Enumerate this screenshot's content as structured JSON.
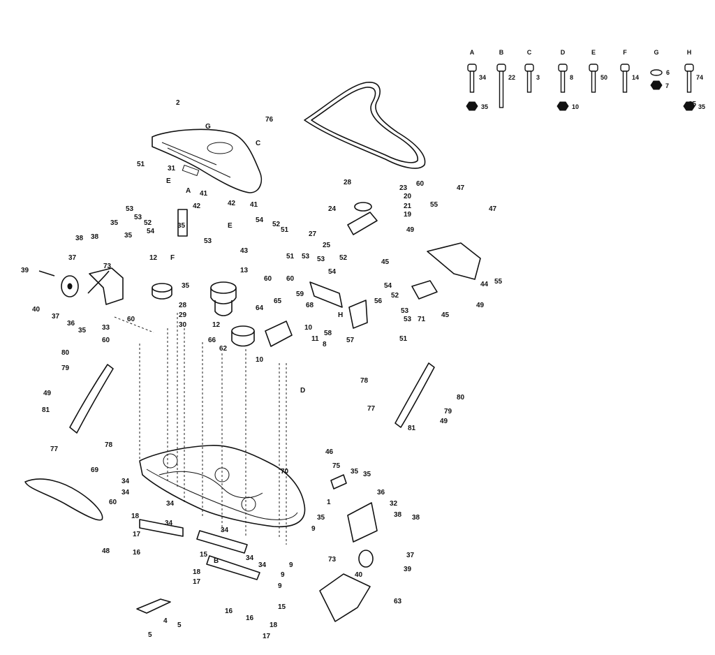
{
  "hardware_key": [
    {
      "letter": "A",
      "bolt": "34",
      "nut": "35"
    },
    {
      "letter": "B",
      "bolt": "22"
    },
    {
      "letter": "C",
      "bolt": "3"
    },
    {
      "letter": "D",
      "bolt": "8",
      "nut": "10"
    },
    {
      "letter": "E",
      "bolt": "50"
    },
    {
      "letter": "F",
      "bolt": "14"
    },
    {
      "letter": "G",
      "washer": "6",
      "nut": "7"
    },
    {
      "letter": "H",
      "bolt": "74",
      "nut": "35"
    }
  ],
  "callouts": [
    "1",
    "2",
    "4",
    "5",
    "8",
    "9",
    "10",
    "11",
    "12",
    "13",
    "15",
    "16",
    "17",
    "18",
    "19",
    "20",
    "21",
    "23",
    "24",
    "25",
    "27",
    "28",
    "29",
    "30",
    "31",
    "32",
    "33",
    "34",
    "35",
    "36",
    "37",
    "38",
    "39",
    "40",
    "41",
    "42",
    "43",
    "44",
    "45",
    "46",
    "47",
    "48",
    "49",
    "51",
    "52",
    "53",
    "54",
    "55",
    "56",
    "57",
    "58",
    "59",
    "60",
    "62",
    "63",
    "64",
    "65",
    "66",
    "68",
    "69",
    "70",
    "71",
    "73",
    "75",
    "76",
    "77",
    "78",
    "79",
    "80",
    "81"
  ],
  "letter_marks": [
    "G",
    "C",
    "E",
    "A",
    "F",
    "E",
    "B",
    "D",
    "H"
  ]
}
